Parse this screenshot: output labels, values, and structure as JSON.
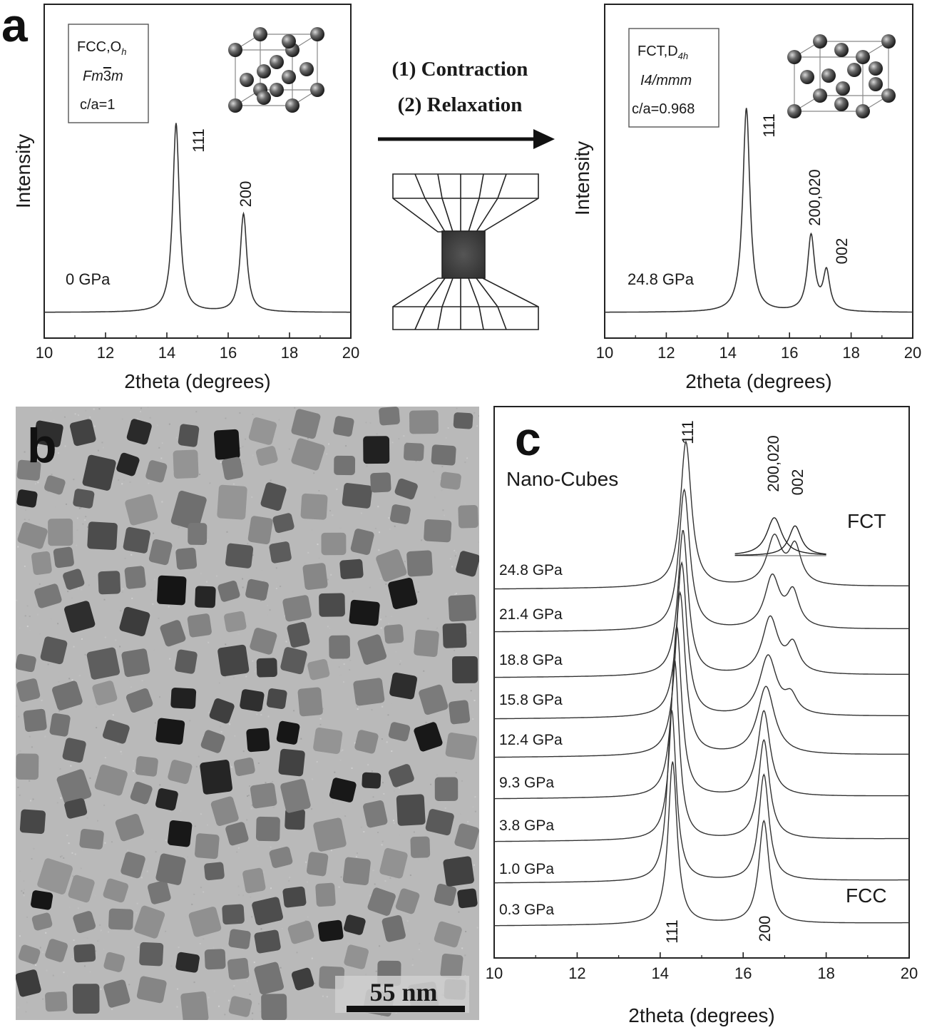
{
  "panel_letters": {
    "a": "a",
    "b": "b",
    "c": "c"
  },
  "process": {
    "step1": "(1) Contraction",
    "step2": "(2) Relaxation"
  },
  "scale_bar": {
    "label": "55 nm"
  },
  "chart_data": [
    {
      "type": "line",
      "panel": "a-left",
      "xlabel": "2theta (degrees)",
      "ylabel": "Intensity",
      "xlim": [
        10,
        20
      ],
      "xticks": [
        "10",
        "12",
        "14",
        "16",
        "18",
        "20"
      ],
      "box": {
        "line1": "FCC,O",
        "sub1": "h",
        "line2a": "Fm",
        "line2b": "3",
        "line2c": "m",
        "line3": "c/a=1"
      },
      "pressure_label": "0 GPa",
      "baseline": 0.04,
      "peaks": [
        {
          "pos": 14.3,
          "height": 1.0,
          "width": 0.13,
          "label": "111"
        },
        {
          "pos": 16.5,
          "height": 0.52,
          "width": 0.13,
          "label": "200"
        }
      ]
    },
    {
      "type": "line",
      "panel": "a-right",
      "xlabel": "2theta (degrees)",
      "ylabel": "Intensity",
      "xlim": [
        10,
        20
      ],
      "xticks": [
        "10",
        "12",
        "14",
        "16",
        "18",
        "20"
      ],
      "box": {
        "line1": "FCT,D",
        "sub1": "4h",
        "line2": "I4/mmm",
        "line3": "c/a=0.968"
      },
      "pressure_label": "24.8 GPa",
      "baseline": 0.04,
      "peaks": [
        {
          "pos": 14.6,
          "height": 1.0,
          "width": 0.14,
          "label": "111"
        },
        {
          "pos": 16.7,
          "height": 0.37,
          "width": 0.14,
          "label": "200,020"
        },
        {
          "pos": 17.2,
          "height": 0.19,
          "width": 0.13,
          "label": "002"
        }
      ]
    },
    {
      "type": "line",
      "panel": "c",
      "xlabel": "2theta (degrees)",
      "xlim": [
        10,
        20
      ],
      "xticks": [
        "10",
        "12",
        "14",
        "16",
        "18",
        "20"
      ],
      "title_label": "Nano-Cubes",
      "phase_top": "FCT",
      "phase_bottom": "FCC",
      "top_peak_labels": [
        "111",
        "200,020",
        "002"
      ],
      "bottom_peak_labels": [
        "111",
        "200"
      ],
      "series": [
        {
          "name": "0.3 GPa",
          "p111": 14.3,
          "h111": 0.95,
          "w111": 0.13,
          "peaks2": [
            {
              "pos": 16.5,
              "h": 0.6,
              "w": 0.15
            }
          ]
        },
        {
          "name": "1.0 GPa",
          "p111": 14.28,
          "h111": 1.0,
          "w111": 0.13,
          "peaks2": [
            {
              "pos": 16.5,
              "h": 0.62,
              "w": 0.15
            }
          ]
        },
        {
          "name": "3.8 GPa",
          "p111": 14.35,
          "h111": 1.05,
          "w111": 0.13,
          "peaks2": [
            {
              "pos": 16.5,
              "h": 0.58,
              "w": 0.16
            }
          ]
        },
        {
          "name": "9.3 GPa",
          "p111": 14.4,
          "h111": 1.0,
          "w111": 0.14,
          "peaks2": [
            {
              "pos": 16.5,
              "h": 0.5,
              "w": 0.18
            }
          ]
        },
        {
          "name": "12.4 GPa",
          "p111": 14.48,
          "h111": 0.95,
          "w111": 0.15,
          "peaks2": [
            {
              "pos": 16.55,
              "h": 0.4,
              "w": 0.25
            }
          ]
        },
        {
          "name": "15.8 GPa",
          "p111": 14.52,
          "h111": 0.9,
          "w111": 0.15,
          "peaks2": [
            {
              "pos": 16.6,
              "h": 0.35,
              "w": 0.25
            },
            {
              "pos": 17.15,
              "h": 0.1,
              "w": 0.18
            }
          ]
        },
        {
          "name": "18.8 GPa",
          "p111": 14.55,
          "h111": 0.85,
          "w111": 0.15,
          "peaks2": [
            {
              "pos": 16.65,
              "h": 0.33,
              "w": 0.23
            },
            {
              "pos": 17.2,
              "h": 0.16,
              "w": 0.18
            }
          ]
        },
        {
          "name": "21.4 GPa",
          "p111": 14.58,
          "h111": 0.82,
          "w111": 0.16,
          "peaks2": [
            {
              "pos": 16.7,
              "h": 0.3,
              "w": 0.22
            },
            {
              "pos": 17.2,
              "h": 0.2,
              "w": 0.18
            }
          ]
        },
        {
          "name": "24.8 GPa",
          "p111": 14.62,
          "h111": 0.85,
          "w111": 0.16,
          "peaks2": [
            {
              "pos": 16.75,
              "h": 0.28,
              "w": 0.22
            },
            {
              "pos": 17.25,
              "h": 0.22,
              "w": 0.18
            }
          ]
        }
      ]
    }
  ]
}
